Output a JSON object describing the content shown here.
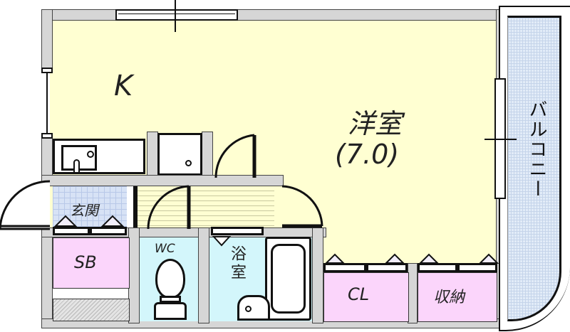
{
  "floor_plan": {
    "rooms": {
      "kitchen": {
        "label": "K"
      },
      "western_room": {
        "label": "洋室",
        "size": "(7.0)"
      },
      "balcony": {
        "label": "バルコニー"
      },
      "entrance": {
        "label": "玄関"
      },
      "shoe_box": {
        "label": "SB"
      },
      "toilet": {
        "label": "WC"
      },
      "bathroom": {
        "label": "浴室"
      },
      "closet": {
        "label": "CL"
      },
      "storage": {
        "label": "収納"
      }
    },
    "colors": {
      "living_floor": "#ffffd2",
      "storage_fill": "#fbd5fb",
      "wet_area_fill": "#d3f6fb",
      "entrance_tile": "#d7e2f5",
      "balcony_tile": "#e2ecf8",
      "wall_fill": "#d6d6d6",
      "line": "#111111"
    }
  }
}
